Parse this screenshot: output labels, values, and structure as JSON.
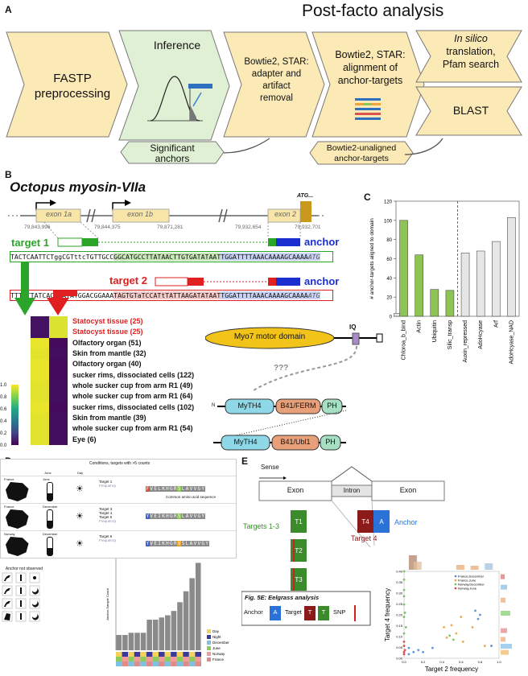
{
  "panelA": {
    "letter": "A",
    "post_facto_title": "Post-facto analysis",
    "fastp": [
      "FASTP",
      "preprocessing"
    ],
    "inference": "Inference",
    "significant": [
      "Significant",
      "anchors"
    ],
    "bowtie_adapter": [
      "Bowtie2, STAR:",
      "adapter and",
      "artifact",
      "removal"
    ],
    "bowtie_align": [
      "Bowtie2, STAR:",
      "alignment of",
      "anchor-targets"
    ],
    "insilico": [
      "In silico",
      "translation,",
      "Pfam search"
    ],
    "blast": "BLAST",
    "unaligned": [
      "Bowtie2-unaligned",
      "anchor-targets"
    ]
  },
  "panelB": {
    "letter": "B",
    "title": "Octopus myosin-VIIa",
    "exons": [
      "exon 1a",
      "exon 1b",
      "exon 2"
    ],
    "atg": "ATG...",
    "coords": [
      "79,843,996",
      "79,844,375",
      "79,871,281",
      "79,932,654",
      "79,932,701"
    ],
    "target1": "target 1",
    "target2": "target 2",
    "anchor": "anchor",
    "seq1_black": "TACTCAATTCTggCGTttcTGTTGCC",
    "seq1_green": "GGCATGCCTTATAACTTGTGATATAAT",
    "seq1_anchor": "TGGATTTTAAACAAAAGCAAAA",
    "seq1_atg": "ATG",
    "seq2_black": "TTTATTATCACCAATATGGACGGAAA",
    "seq2_red": "TAGTGTaTCCATtTATTAAGATATAAT",
    "seq2_anchor": "TGGATTTTAAACAAAAGCAAAA",
    "seq2_atg": "ATG",
    "tissues": [
      {
        "label": "Statocyst tissue (25)",
        "red": true,
        "cells": [
          0.05,
          0.95
        ]
      },
      {
        "label": "Statocyst tissue (25)",
        "red": true,
        "cells": [
          0.05,
          0.95
        ]
      },
      {
        "label": "Olfactory organ (51)",
        "red": false,
        "cells": [
          0.97,
          0.03
        ]
      },
      {
        "label": "Skin from mantle (32)",
        "red": false,
        "cells": [
          0.96,
          0.04
        ]
      },
      {
        "label": "Olfactory organ (40)",
        "red": false,
        "cells": [
          0.97,
          0.03
        ]
      },
      {
        "label": "sucker rims, dissociated cells (122)",
        "red": false,
        "cells": [
          0.97,
          0.03
        ]
      },
      {
        "label": "whole sucker cup from arm R1 (49)",
        "red": false,
        "cells": [
          0.96,
          0.04
        ]
      },
      {
        "label": "whole sucker cup from arm R1 (64)",
        "red": false,
        "cells": [
          0.96,
          0.04
        ]
      },
      {
        "label": "sucker rims, dissociated cells (102)",
        "red": false,
        "cells": [
          0.97,
          0.03
        ]
      },
      {
        "label": "Skin from mantle (39)",
        "red": false,
        "cells": [
          0.96,
          0.04
        ]
      },
      {
        "label": "whole sucker cup from arm R1 (54)",
        "red": false,
        "cells": [
          0.96,
          0.04
        ]
      },
      {
        "label": "Eye (6)",
        "red": false,
        "cells": [
          0.96,
          0.04
        ]
      }
    ],
    "colorbar_ticks": [
      "1.0",
      "0.8",
      "0.6",
      "0.4",
      "0.2",
      "0.0"
    ],
    "motor": "Myo7 motor domain",
    "iq": "IQ",
    "question": "???",
    "domains1": [
      "MyTH4",
      "B41/FERM",
      "PH"
    ],
    "domains2": [
      "MyTH4",
      "B41/Ubl1",
      "PH"
    ],
    "n_label": "N"
  },
  "panelC": {
    "letter": "C",
    "chart_data": {
      "type": "bar",
      "categories": [
        "Chloroa_b_bind",
        "Actin",
        "Ubiquitin",
        "Silic_transp",
        "Auxin_repressed",
        "AdoHcyase",
        "Arf",
        "AdoHcyase_NAD"
      ],
      "series": [
        {
          "name": "",
          "values": [
            100,
            64,
            28,
            27,
            0,
            0,
            0,
            0
          ],
          "color": "#8dc453"
        },
        {
          "name": "",
          "values": [
            0,
            0,
            0,
            0,
            66,
            68,
            78,
            103
          ],
          "color": "#e6e6e6"
        }
      ],
      "extra_bar": {
        "category": "Chloroa_b_bind",
        "value": 3
      },
      "ylabel": "# anchor-targets aligned to domain",
      "ylim": [
        0,
        120
      ],
      "yticks": [
        "0",
        "20",
        "40",
        "60",
        "80",
        "100",
        "120"
      ]
    }
  },
  "panelD": {
    "letter": "D",
    "title": "Conditions, targets with >5 counts",
    "headers": [
      "June",
      "Day"
    ],
    "rows": [
      {
        "country": "France",
        "month": "June",
        "targets": [
          "Target 1"
        ],
        "sub": "Frequency",
        "seq": "FVELKHGRSLAVVGY"
      },
      {
        "country": "France",
        "month": "December",
        "targets": [
          "Target 3",
          "Target 4",
          "Target 5"
        ],
        "sub": "Frequency",
        "seq": "YVEIKHGRSLAVVGY"
      },
      {
        "country": "Norway",
        "month": "December",
        "targets": [
          "Target 6"
        ],
        "sub": "Frequency",
        "seq": "YVEIKHGRVSLAVVGY"
      }
    ],
    "common": "Common amino acid sequence",
    "not_observed": "Anchor not observed",
    "bar_ylabel": "Anchor-Sample Count",
    "bar_values": [
      7,
      7,
      8,
      8,
      8,
      14,
      14,
      15,
      16,
      18,
      22,
      27,
      33,
      40
    ],
    "legend": [
      "Day",
      "Night",
      "December",
      "June",
      "Norway",
      "France"
    ]
  },
  "panelE": {
    "letter": "E",
    "sense": "Sense",
    "exon1": "Exon",
    "intron": "Intron",
    "exon2": "Exon",
    "targets13": "Targets 1-3",
    "t_labels": [
      "T1",
      "T2",
      "T3"
    ],
    "t4": "T4",
    "a_label": "A",
    "anchor_label": "Anchor",
    "target4": "Target 4",
    "fig_title": "Fig. 5E: Eelgrass analysis",
    "key_anchor": "Anchor",
    "key_target": "Target",
    "key_snp": "SNP",
    "key_a": "A",
    "key_t": "T",
    "scatter": {
      "xlabel": "Target 2 frequency",
      "ylabel": "Target 4 frequency",
      "xticks": [
        "0.0",
        "0.2",
        "0.4",
        "0.6",
        "0.8",
        "1.0"
      ],
      "yticks": [
        "0.00",
        "0.05",
        "0.10",
        "0.15",
        "0.20",
        "0.25",
        "0.30",
        "0.35",
        "0.40"
      ],
      "legend": [
        "France,December",
        "France,June",
        "Norway,December",
        "Norway,June"
      ],
      "colors": [
        "#4e8ad1",
        "#f0a040",
        "#6cbe5a",
        "#d84040"
      ]
    }
  }
}
